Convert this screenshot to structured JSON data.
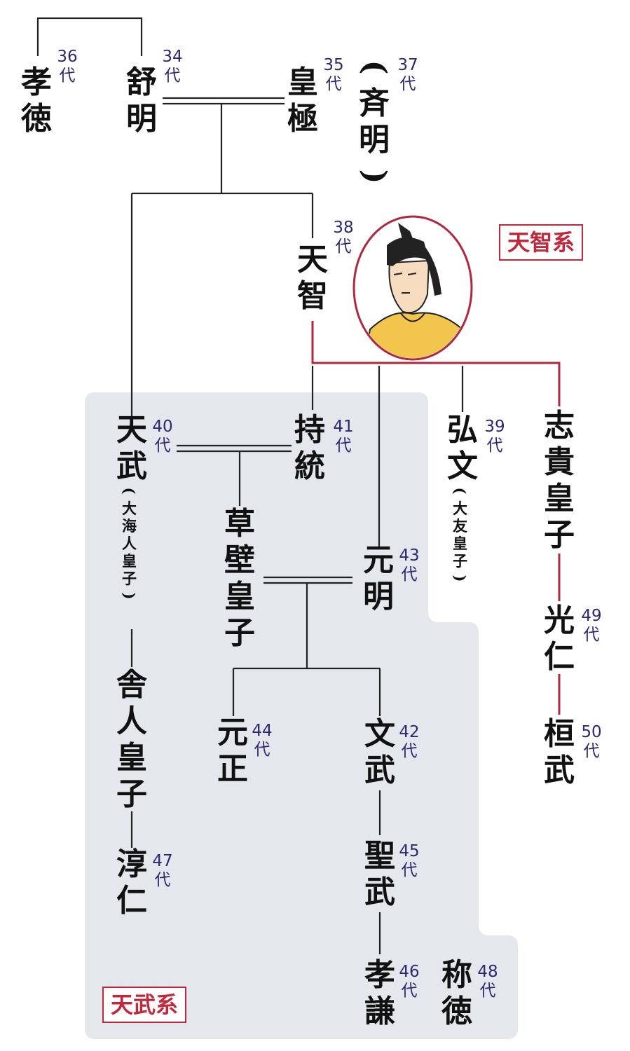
{
  "colors": {
    "line": "#222222",
    "tenji_line": "#b0283f",
    "tenmu_region": "#e4e8ec",
    "generation_text": "#2b2874",
    "label_red": "#c0283c"
  },
  "lineage_labels": {
    "tenji": "天智系",
    "tenmu": "天武系"
  },
  "portrait": {
    "icon": "emperor-portrait-icon"
  },
  "people": {
    "kotoku": {
      "name": "孝徳",
      "gen": "36",
      "unit": "代"
    },
    "jomei": {
      "name": "舒明",
      "gen": "34",
      "unit": "代"
    },
    "kogyoku": {
      "name": "皇極",
      "gen": "35",
      "unit": "代"
    },
    "saimei": {
      "name": "斉明",
      "open": "(",
      "close": ")",
      "gen": "37",
      "unit": "代"
    },
    "tenji": {
      "name": "天智",
      "gen": "38",
      "unit": "代"
    },
    "tenmu": {
      "name": "天武",
      "gen": "40",
      "unit": "代",
      "alias": "大海人皇子",
      "open": "(",
      "close": ")"
    },
    "jito": {
      "name": "持統",
      "gen": "41",
      "unit": "代"
    },
    "kobun": {
      "name": "弘文",
      "gen": "39",
      "unit": "代",
      "alias": "大友皇子",
      "open": "(",
      "close": ")"
    },
    "shiki": {
      "name": "志貴皇子"
    },
    "kusakabe": {
      "name": "草壁皇子"
    },
    "genmei": {
      "name": "元明",
      "gen": "43",
      "unit": "代"
    },
    "konin": {
      "name": "光仁",
      "gen": "49",
      "unit": "代"
    },
    "toneri": {
      "name": "舎人皇子"
    },
    "gensho": {
      "name": "元正",
      "gen": "44",
      "unit": "代"
    },
    "monmu": {
      "name": "文武",
      "gen": "42",
      "unit": "代"
    },
    "kanmu": {
      "name": "桓武",
      "gen": "50",
      "unit": "代"
    },
    "junnin": {
      "name": "淳仁",
      "gen": "47",
      "unit": "代"
    },
    "shomu": {
      "name": "聖武",
      "gen": "45",
      "unit": "代"
    },
    "koken": {
      "name": "孝謙",
      "gen": "46",
      "unit": "代"
    },
    "shotoku": {
      "name": "称徳",
      "gen": "48",
      "unit": "代"
    }
  }
}
